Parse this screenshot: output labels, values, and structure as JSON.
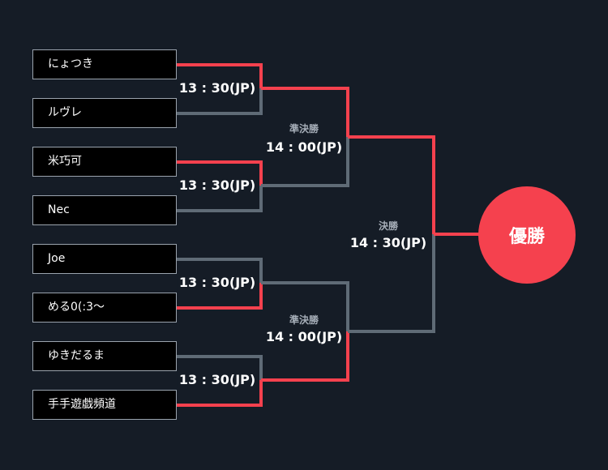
{
  "bracket": {
    "players": [
      {
        "name": "にょつき"
      },
      {
        "name": "ルヴレ"
      },
      {
        "name": "米巧可"
      },
      {
        "name": "Nec"
      },
      {
        "name": "Joe"
      },
      {
        "name": "める0(:3〜"
      },
      {
        "name": "ゆきだるま"
      },
      {
        "name": "手手遊戯頻道"
      }
    ],
    "round1": [
      {
        "time": "13 : 30(JP)",
        "winner": 0
      },
      {
        "time": "13 : 30(JP)",
        "winner": 0
      },
      {
        "time": "13 : 30(JP)",
        "winner": 1
      },
      {
        "time": "13 : 30(JP)",
        "winner": 1
      }
    ],
    "semifinals": [
      {
        "label": "準決勝",
        "time": "14 : 00(JP)",
        "winner": 0
      },
      {
        "label": "準決勝",
        "time": "14 : 00(JP)",
        "winner": 1
      }
    ],
    "final": {
      "label": "決勝",
      "time": "14 : 30(JP)",
      "winner": 0
    },
    "champion_label": "優勝"
  },
  "colors": {
    "background": "#151c26",
    "win_line": "#f5414e",
    "lose_line": "#5f6b76",
    "box_border": "#9aa3ad",
    "champion": "#f5414e",
    "round_label": "#a6aeb8"
  }
}
